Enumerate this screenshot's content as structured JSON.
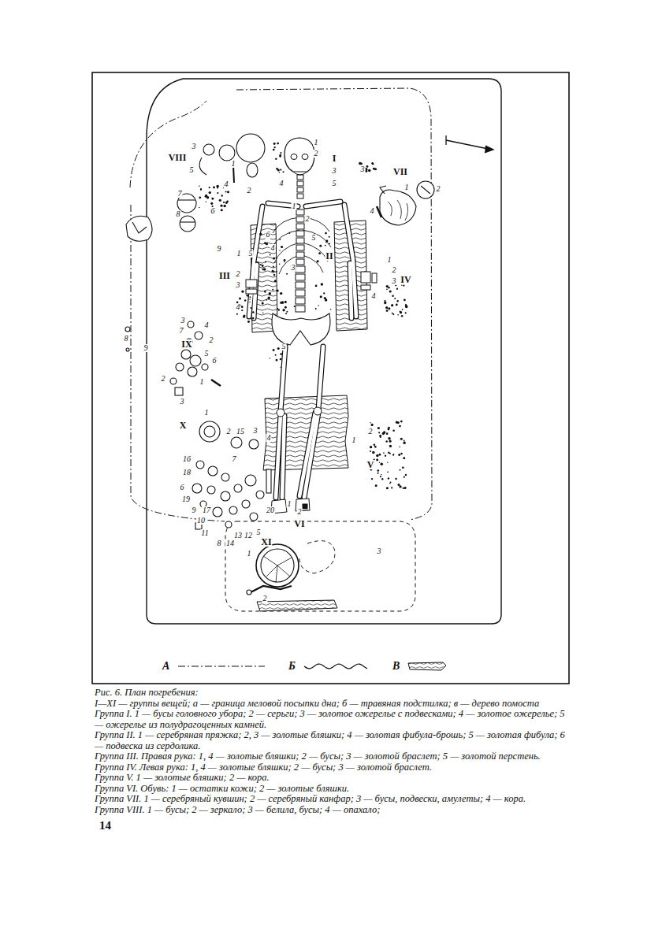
{
  "diagram": {
    "caption": "Рис. 6. План погребения:",
    "labels": [
      "VIII",
      "3",
      "5",
      "1",
      "4",
      "2",
      "7",
      "8",
      "6",
      "9",
      "I",
      "1",
      "2",
      "3",
      "4",
      "5",
      "VII",
      "3",
      "1",
      "2",
      "4",
      "II",
      "1",
      "2",
      "6",
      "4",
      "3",
      "5",
      "III",
      "1",
      "5",
      "2",
      "3",
      "4",
      "IV",
      "1",
      "2",
      "3",
      "4",
      "5",
      "IX",
      "3",
      "7",
      "4",
      "2",
      "5",
      "6",
      "1",
      "2",
      "3",
      "8",
      "9",
      "X",
      "1",
      "2",
      "15",
      "3",
      "4",
      "16",
      "7",
      "18",
      "6",
      "19",
      "9",
      "17",
      "10",
      "11",
      "8",
      "14",
      "13",
      "12",
      "5",
      "20",
      "V",
      "1",
      "2",
      "VI",
      "1",
      "2",
      "XI",
      "1",
      "2",
      "3",
      "I—XI — группы вещей; а — граница меловой посыпки дна; б — травяная подстилка; в — дерево помоста",
      "Группа I. 1 — бусы головного убора; 2 — серьги; 3 — золотое ожерелье с подвесками; 4 — золотое ожерелье; 5 — ожерелье из полудрагоценных камней.",
      "Группа II. 1 — серебряная пряжка; 2, 3 — золотые бляшки; 4 — золотая фибула-брошь; 5 — золотая фибула; 6 — подвеска из сердолика.",
      "Группа III. Правая рука: 1, 4 — золотые бляшки; 2 — бусы; 3 — золотой браслет; 5 — золотой перстень.",
      "Группа IV. Левая рука: 1, 4 — золотые бляшки; 2 — бусы; 3 — золотой браслет.",
      "Группа V. 1 — золотые бляшки; 2 — кора.",
      "Группа VI. Обувь: 1 — остатки кожи; 2 — золотые бляшки.",
      "Группа VII. 1 — серебряный кувшин; 2 — серебряный канфар; 3 — бусы, подвески, амулеты; 4 — кора.",
      "Группа VIII. 1 — бусы; 2 — зеркало; 3 — белила, бусы; 4 — опахало;",
      "14"
    ],
    "legend": [
      {
        "text": "А"
      },
      {
        "text": "Б"
      },
      {
        "text": "В"
      }
    ]
  }
}
